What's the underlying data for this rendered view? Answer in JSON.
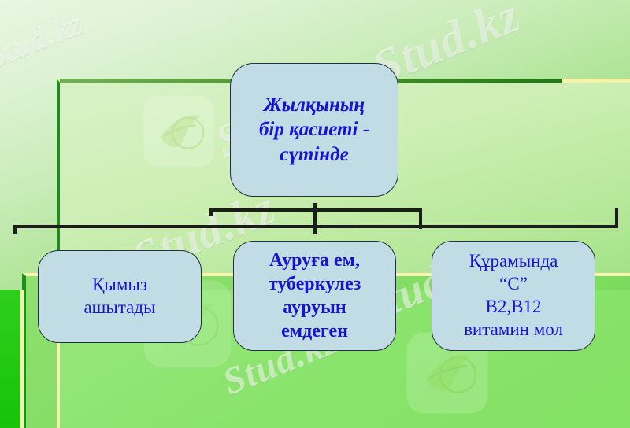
{
  "slide": {
    "title_box": {
      "text": "Жылқының бір қасиеті - сүтінде",
      "lines": [
        "Жылқының",
        "бір қасиеті -",
        "сүтінде"
      ]
    },
    "children": [
      {
        "id": "left",
        "text": "Қымыз ашытады",
        "lines": [
          "Қымыз",
          "ашытады"
        ]
      },
      {
        "id": "middle",
        "text": "Ауруға ем, туберкулез ауруын емдеген",
        "lines": [
          "Ауруға ем,",
          "туберкулез",
          "ауруын",
          "емдеген"
        ]
      },
      {
        "id": "right",
        "text": "Құрамында “С” В2,В12 витамин мол",
        "lines": [
          "Құрамында",
          "“С”",
          "В2,В12",
          "витамин мол"
        ]
      }
    ],
    "watermarks": {
      "text": "Stud.kz",
      "instances": [
        "Stud.kz",
        "Stud.kz",
        "Stud.kz",
        "Stud.kz",
        "Stud.kz",
        "Stud.kz"
      ]
    },
    "colors": {
      "node_fill": "#c2dce6",
      "node_border": "#24313a",
      "node_text": "#1414d2",
      "connector": "#1c1c1c",
      "panel_accent_green": "#1f8a1f",
      "panel_accent_cream": "#f4f3a8",
      "background_light": "#e8f6e2",
      "background_dark": "#2fc81c"
    }
  }
}
